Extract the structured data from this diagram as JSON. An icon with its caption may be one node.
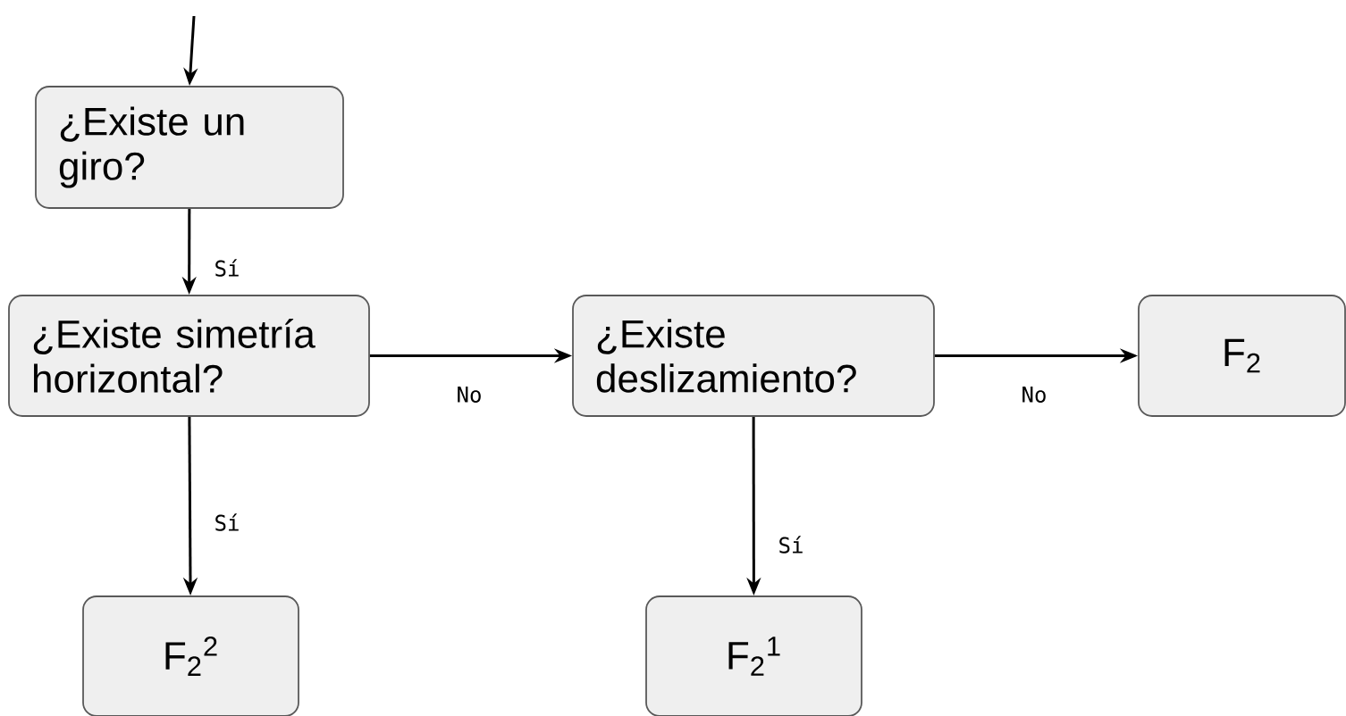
{
  "diagram": {
    "nodes": [
      {
        "text": [
          "¿Existe un giro?"
        ]
      },
      {
        "text": [
          "¿Existe simetría horizontal?"
        ]
      },
      {
        "text": [
          "¿Existe deslizamiento?"
        ]
      },
      {
        "text": [
          "F$_{2}$"
        ]
      },
      {
        "text": [
          "F$_{2}$$^{2}$"
        ]
      },
      {
        "text": [
          "F$_{2}$$^{1}$"
        ]
      }
    ],
    "edges": [
      {
        "from": null,
        "to": 0,
        "arrow": "to"
      },
      {
        "from": 0,
        "to": 1,
        "arrow": "to",
        "label": "Sí"
      },
      {
        "from": 1,
        "to": 2,
        "arrow": "to",
        "label": "No"
      },
      {
        "from": 2,
        "to": 3,
        "arrow": "to",
        "label": "No"
      },
      {
        "from": 1,
        "to": 4,
        "arrow": "to",
        "label": "Sí"
      },
      {
        "from": 2,
        "to": 5,
        "arrow": "to",
        "label": "Sí"
      }
    ]
  }
}
